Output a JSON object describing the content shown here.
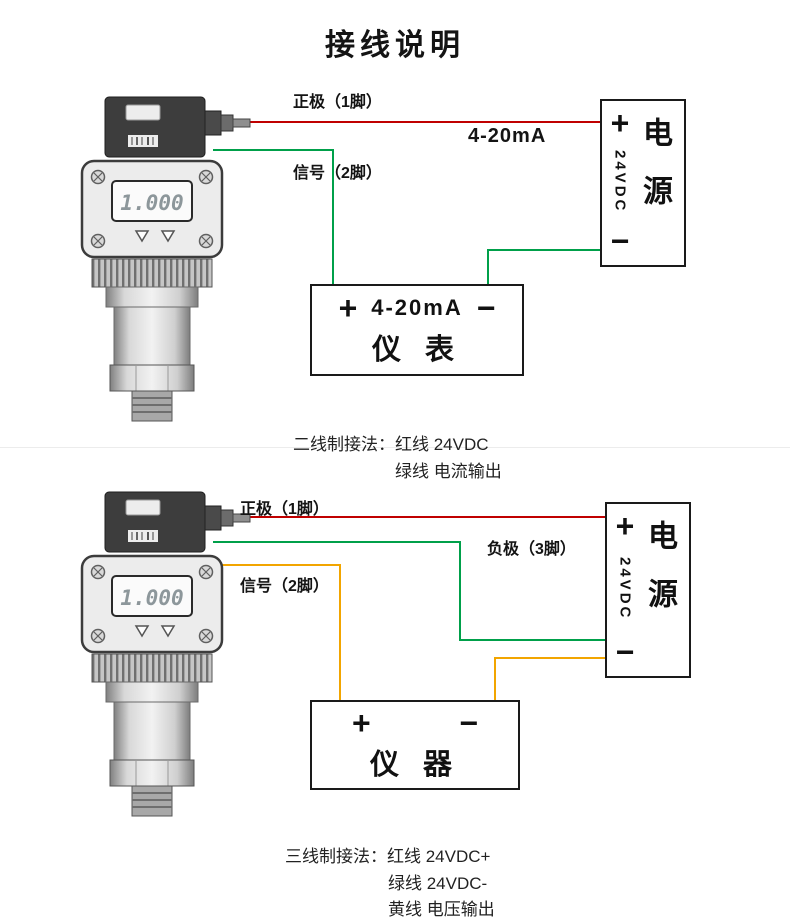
{
  "title": "接线说明",
  "colors": {
    "red": "#c00000",
    "green": "#00a04a",
    "yellow": "#f2a500"
  },
  "top": {
    "device_display": "1.000",
    "labels": {
      "positive": "正极（1脚）",
      "current": "4-20mA",
      "signal": "信号（2脚）"
    },
    "power_box": {
      "plus": "+",
      "voltage": "24VDC",
      "minus": "−",
      "name": "电源"
    },
    "meter_box": {
      "plus": "+",
      "range": "4-20mA",
      "minus": "−",
      "name": "仪 表"
    },
    "caption_line1": "二线制接法：红线 24VDC",
    "caption_line2": "绿线 电流输出"
  },
  "bottom": {
    "device_display": "1.000",
    "labels": {
      "positive": "正极（1脚）",
      "negative": "负极（3脚）",
      "signal": "信号（2脚）"
    },
    "power_box": {
      "plus": "+",
      "voltage": "24VDC",
      "minus": "−",
      "name": "电源"
    },
    "meter_box": {
      "plus": "+",
      "minus": "−",
      "name": "仪 器"
    },
    "caption_line1": "三线制接法：红线 24VDC+",
    "caption_line2": "绿线 24VDC-",
    "caption_line3": "黄线 电压输出"
  }
}
